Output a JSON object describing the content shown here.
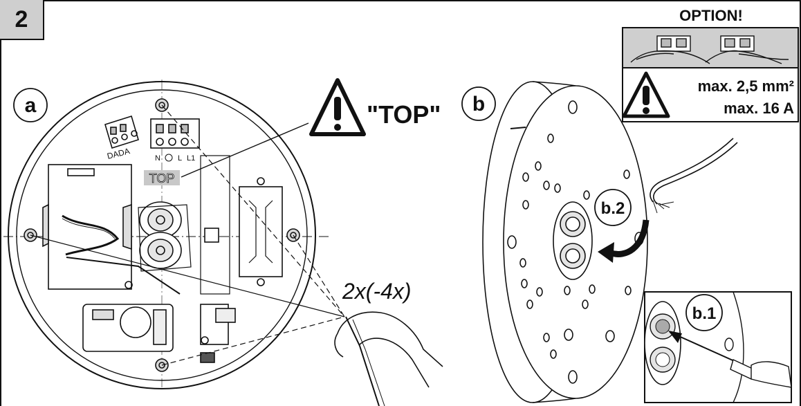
{
  "step": {
    "number": "2"
  },
  "panels": {
    "a": {
      "label": "a"
    },
    "b": {
      "label": "b"
    }
  },
  "warning_top": {
    "text": "\"TOP\"",
    "marking": "TOP"
  },
  "terminal_labels": {
    "dada": "DADA",
    "n": "N",
    "l": "L",
    "l1": "L1"
  },
  "screws": {
    "count_text": "2x(-4x)"
  },
  "option": {
    "title": "OPTION!",
    "max_cross_section": "max. 2,5 mm²",
    "max_current": "max. 16 A"
  },
  "callouts": {
    "b1": "b.1",
    "b2": "b.2"
  }
}
